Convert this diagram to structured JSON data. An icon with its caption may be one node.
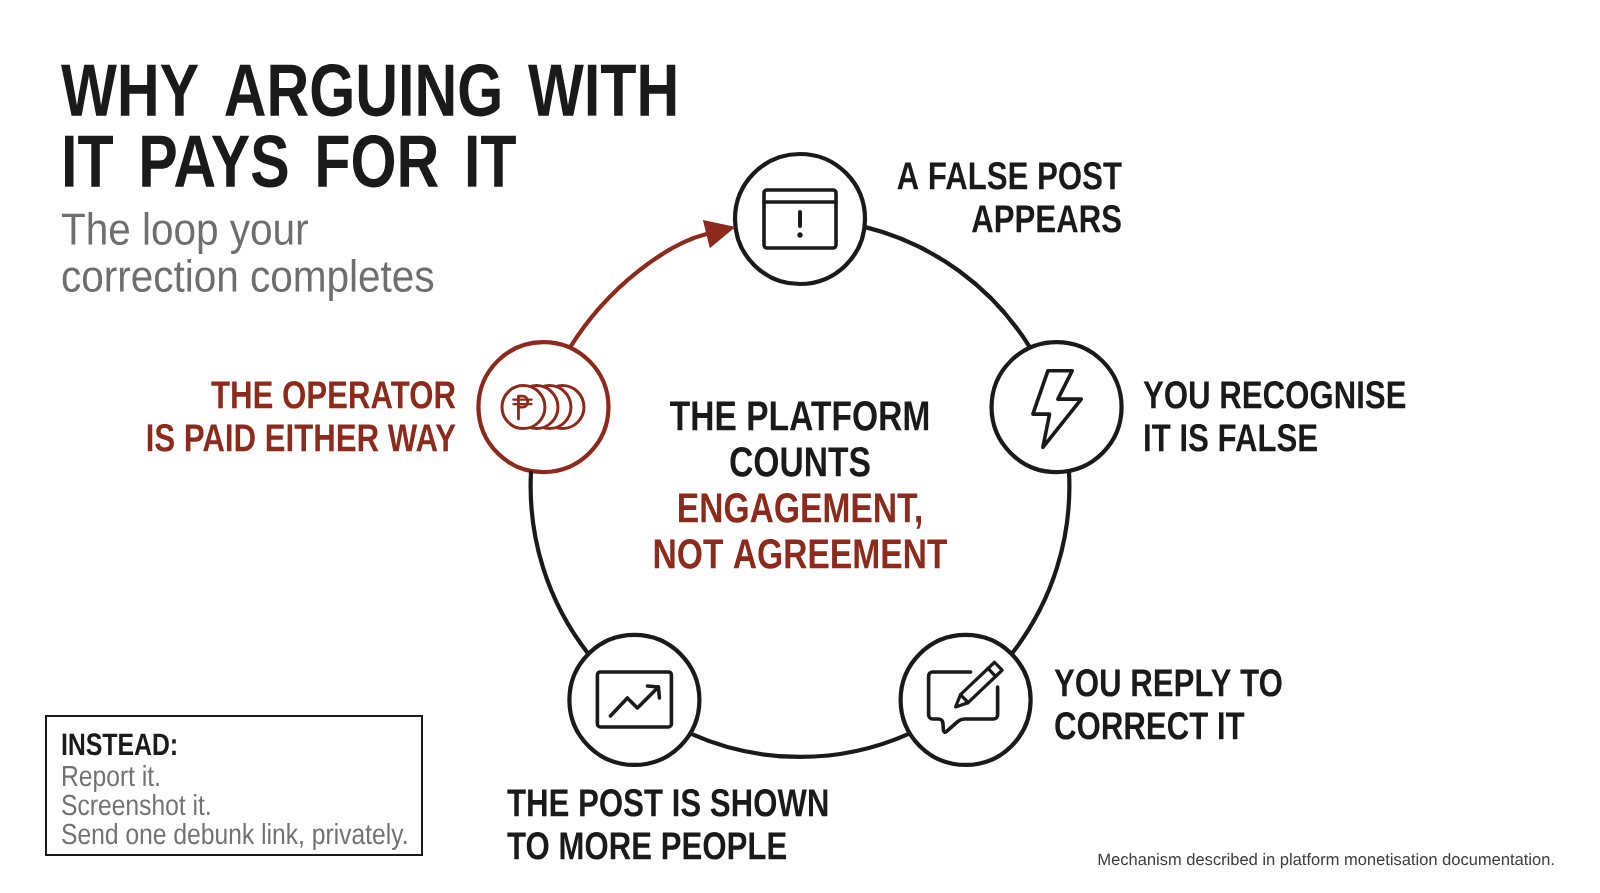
{
  "diagram": {
    "title": "WHY ARGUING WITH IT PAYS FOR IT",
    "caption": "Mechanism described in platform monetisation documentation.",
    "nodes": [
      {
        "text": [],
        "shape": "circle",
        "beside": [
          "A FALSE POST APPEARS"
        ]
      },
      {
        "text": [],
        "shape": "circle",
        "beside": [
          "YOU RECOGNISE IT IS FALSE"
        ]
      },
      {
        "text": [],
        "shape": "circle",
        "beside": [
          "YOU REPLY TO CORRECT IT"
        ]
      },
      {
        "text": [],
        "shape": "circle",
        "beside": [
          "THE POST IS SHOWN TO MORE PEOPLE"
        ]
      },
      {
        "text": [],
        "shape": "circle",
        "beside": [
          "THE OPERATOR IS PAID EITHER WAY"
        ]
      },
      {
        "text": [
          "INSTEAD:",
          "Report it.",
          "Screenshot it.",
          "Send one debunk link, privately."
        ]
      }
    ],
    "edges": [
      {
        "from": 0,
        "to": 1,
        "arrow": "none"
      },
      {
        "from": 1,
        "to": 2,
        "arrow": "none"
      },
      {
        "from": 2,
        "to": 3,
        "arrow": "none"
      },
      {
        "from": 3,
        "to": 4,
        "arrow": "none"
      },
      {
        "from": 4,
        "to": 0,
        "arrow": "to",
        "color": "#8e2a1b"
      }
    ],
    "labels": [
      "The loop your correction completes",
      "THE PLATFORM COUNTS",
      "ENGAGEMENT, NOT AGREEMENT"
    ]
  }
}
